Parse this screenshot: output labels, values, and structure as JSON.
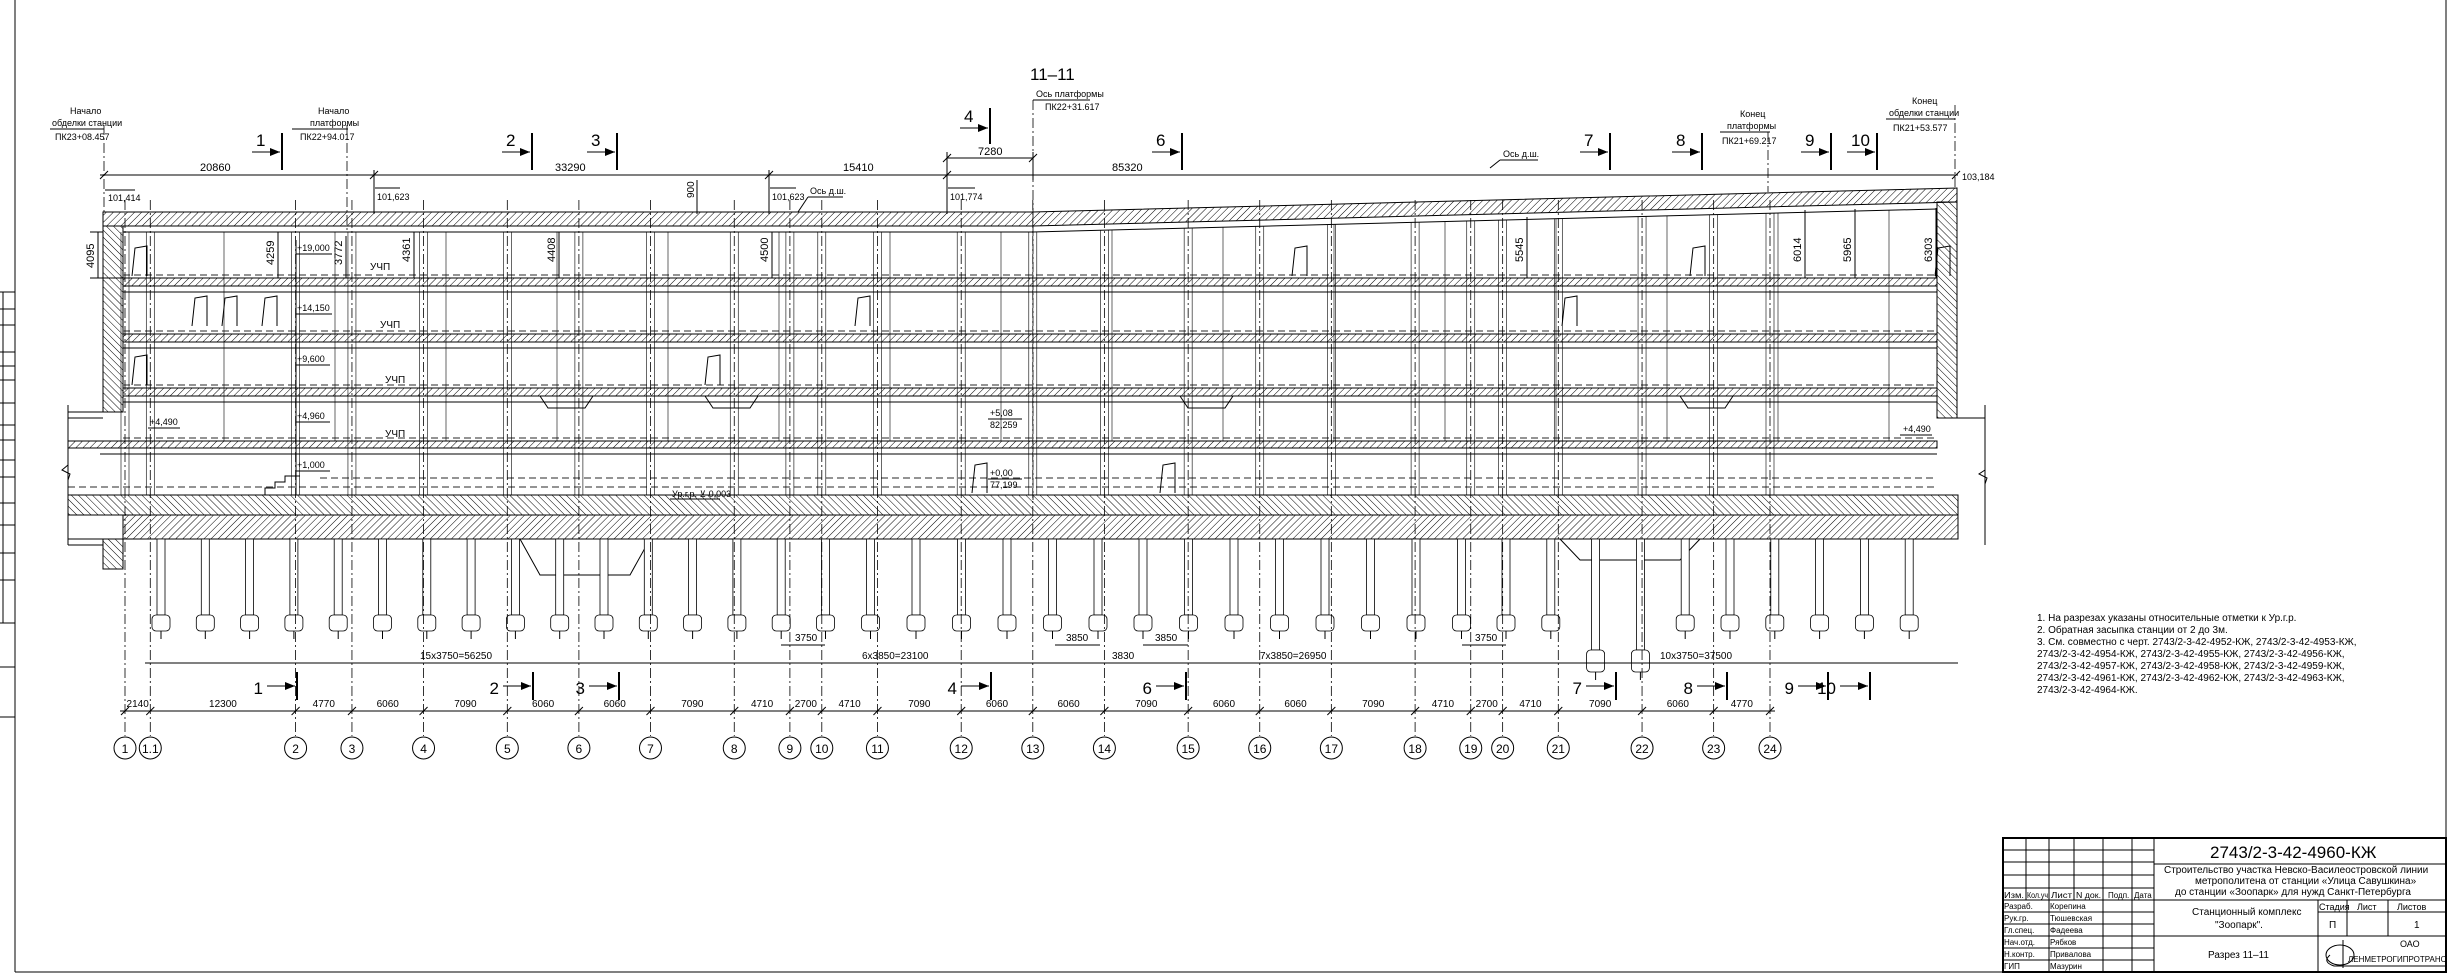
{
  "title": "11–11",
  "top_labels": {
    "start_lining": [
      "Начало",
      "обделки станции",
      "ПК23+08.457"
    ],
    "platform_start": [
      "Начало",
      "платформы",
      "ПК22+94.017"
    ],
    "platform_axis": [
      "Ось платформы",
      "ПК22+31.617"
    ],
    "platform_end": [
      "Конец",
      "платформы",
      "ПК21+69.217"
    ],
    "end_lining": [
      "Конец",
      "обделки станции",
      "ПК21+53.577"
    ],
    "axis_dsh": "Ось д.ш."
  },
  "top_dims": [
    "20860",
    "33290",
    "15410",
    "7280",
    "85320"
  ],
  "elevations": [
    "101,414",
    "101,623",
    "101,623",
    "101,774",
    "103,184"
  ],
  "heights": [
    "4095",
    "4259",
    "3772",
    "4361",
    "4408",
    "900",
    "4500",
    "5545",
    "6014",
    "5965",
    "6303"
  ],
  "levels": [
    "+19,000",
    "+14,150",
    "+9,600",
    "+4,960",
    "+1,000",
    "+4,490",
    "+4,490"
  ],
  "uchp": "УЧП",
  "level_marks": [
    "+5,08",
    "82,259",
    "+0,00",
    "77,199"
  ],
  "ground_level": "Ур.г.р. ⊻ 0,003",
  "sections": [
    "1",
    "2",
    "3",
    "4",
    "6",
    "7",
    "8",
    "9",
    "10"
  ],
  "pile_dims": [
    "15x3750=56250",
    "3750",
    "6x3850=23100",
    "3850",
    "3830",
    "3850",
    "7x3850=26950",
    "3750",
    "10x3750=37500"
  ],
  "axes": {
    "labels": [
      "1",
      "1.1",
      "2",
      "3",
      "4",
      "5",
      "6",
      "7",
      "8",
      "9",
      "10",
      "11",
      "12",
      "13",
      "14",
      "15",
      "16",
      "17",
      "18",
      "19",
      "20",
      "21",
      "22",
      "23",
      "24"
    ],
    "spacing": [
      "2140",
      "12300",
      "4770",
      "6060",
      "7090",
      "6060",
      "6060",
      "7090",
      "4710",
      "2700",
      "4710",
      "7090",
      "6060",
      "6060",
      "7090",
      "6060",
      "6060",
      "7090",
      "4710",
      "2700",
      "4710",
      "7090",
      "6060",
      "4770"
    ]
  },
  "notes": [
    "1. На разрезах указаны относительные отметки к Ур.г.р.",
    "2. Обратная засыпка станции от 2 до 3м.",
    "3. См. совместно с черт. 2743/2-3-42-4952-КЖ, 2743/2-3-42-4953-КЖ,",
    "2743/2-3-42-4954-КЖ, 2743/2-3-42-4955-КЖ, 2743/2-3-42-4956-КЖ,",
    "2743/2-3-42-4957-КЖ, 2743/2-3-42-4958-КЖ, 2743/2-3-42-4959-КЖ,",
    "2743/2-3-42-4961-КЖ, 2743/2-3-42-4962-КЖ, 2743/2-3-42-4963-КЖ,",
    "2743/2-3-42-4964-КЖ."
  ],
  "title_block": {
    "code": "2743/2-3-42-4960-КЖ",
    "project": [
      "Строительство участка Невско-Василеостровской линии",
      "метрополитена от станции «Улица Савушкина»",
      "до станции «Зоопарк» для нужд Санкт-Петербурга"
    ],
    "headers": [
      "Изм.",
      "Кол.уч",
      "Лист",
      "N док.",
      "Подп.",
      "Дата"
    ],
    "roles": [
      [
        "Разраб.",
        "Корепина"
      ],
      [
        "Рук.гр.",
        "Тюшевская"
      ],
      [
        "Гл.спец.",
        "Фадеева"
      ],
      [
        "Нач.отд.",
        "Рябков"
      ],
      [
        "Н.контр.",
        "Привалова"
      ],
      [
        "ГИП",
        "Мазурин"
      ]
    ],
    "object": [
      "Станционный комплекс",
      "\"Зоопарк\"."
    ],
    "stage_headers": [
      "Стадия",
      "Лист",
      "Листов"
    ],
    "stage_values": [
      "П",
      "",
      "1"
    ],
    "sheet_name": "Разрез 11–11",
    "org": [
      "ОАО",
      "ЛЕНМЕТРОГИПРОТРАНС"
    ]
  }
}
